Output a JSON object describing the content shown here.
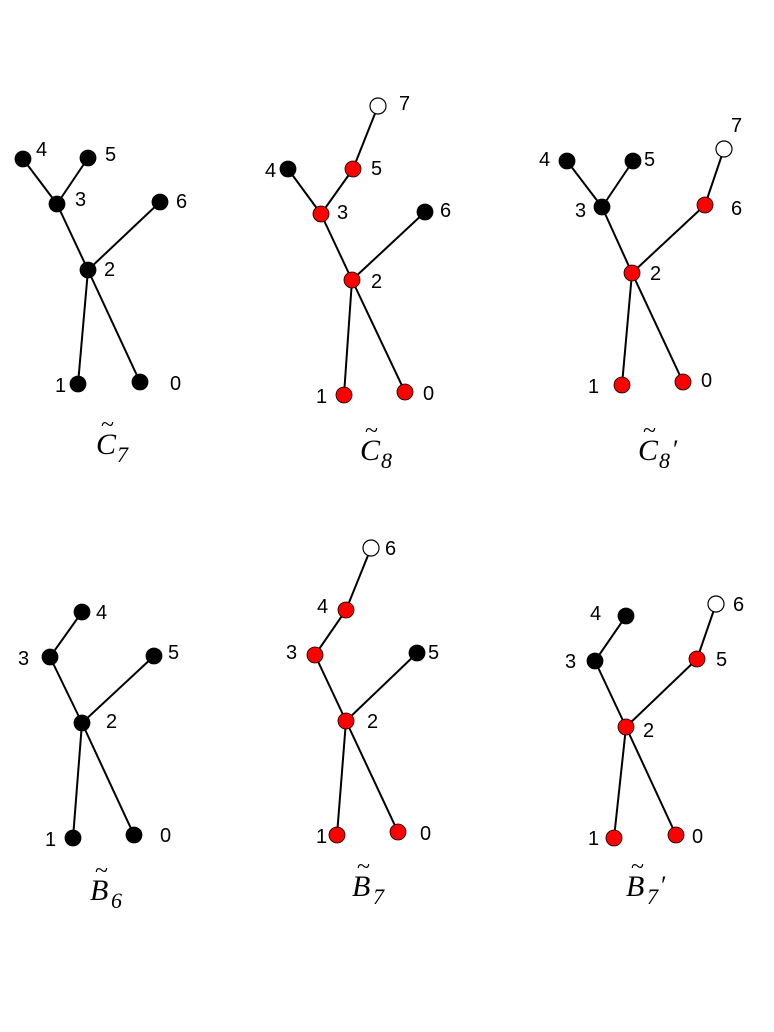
{
  "colors": {
    "black": "#000000",
    "red": "#ff0000",
    "open": "#ffffff"
  },
  "diagrams": [
    {
      "name": "C",
      "sub": "7",
      "prime": "",
      "nodes": [
        {
          "label": "0",
          "color": "black"
        },
        {
          "label": "1",
          "color": "black"
        },
        {
          "label": "2",
          "color": "black"
        },
        {
          "label": "3",
          "color": "black"
        },
        {
          "label": "4",
          "color": "black"
        },
        {
          "label": "5",
          "color": "black"
        },
        {
          "label": "6",
          "color": "black"
        }
      ],
      "edges": [
        [
          "2",
          "0"
        ],
        [
          "2",
          "1"
        ],
        [
          "2",
          "3"
        ],
        [
          "2",
          "6"
        ],
        [
          "3",
          "4"
        ],
        [
          "3",
          "5"
        ]
      ]
    },
    {
      "name": "C",
      "sub": "8",
      "prime": "",
      "nodes": [
        {
          "label": "0",
          "color": "red"
        },
        {
          "label": "1",
          "color": "red"
        },
        {
          "label": "2",
          "color": "red"
        },
        {
          "label": "3",
          "color": "red"
        },
        {
          "label": "4",
          "color": "black"
        },
        {
          "label": "5",
          "color": "red"
        },
        {
          "label": "6",
          "color": "black"
        },
        {
          "label": "7",
          "color": "open"
        }
      ],
      "edges": [
        [
          "2",
          "0"
        ],
        [
          "2",
          "1"
        ],
        [
          "2",
          "3"
        ],
        [
          "2",
          "6"
        ],
        [
          "3",
          "4"
        ],
        [
          "3",
          "5"
        ],
        [
          "5",
          "7"
        ]
      ]
    },
    {
      "name": "C",
      "sub": "8",
      "prime": "′",
      "nodes": [
        {
          "label": "0",
          "color": "red"
        },
        {
          "label": "1",
          "color": "red"
        },
        {
          "label": "2",
          "color": "red"
        },
        {
          "label": "3",
          "color": "black"
        },
        {
          "label": "4",
          "color": "black"
        },
        {
          "label": "5",
          "color": "black"
        },
        {
          "label": "6",
          "color": "red"
        },
        {
          "label": "7",
          "color": "open"
        }
      ],
      "edges": [
        [
          "2",
          "0"
        ],
        [
          "2",
          "1"
        ],
        [
          "2",
          "3"
        ],
        [
          "2",
          "6"
        ],
        [
          "3",
          "4"
        ],
        [
          "3",
          "5"
        ],
        [
          "6",
          "7"
        ]
      ]
    },
    {
      "name": "B",
      "sub": "6",
      "prime": "",
      "nodes": [
        {
          "label": "0",
          "color": "black"
        },
        {
          "label": "1",
          "color": "black"
        },
        {
          "label": "2",
          "color": "black"
        },
        {
          "label": "3",
          "color": "black"
        },
        {
          "label": "4",
          "color": "black"
        },
        {
          "label": "5",
          "color": "black"
        }
      ],
      "edges": [
        [
          "2",
          "0"
        ],
        [
          "2",
          "1"
        ],
        [
          "2",
          "3"
        ],
        [
          "2",
          "5"
        ],
        [
          "3",
          "4"
        ]
      ]
    },
    {
      "name": "B",
      "sub": "7",
      "prime": "",
      "nodes": [
        {
          "label": "0",
          "color": "red"
        },
        {
          "label": "1",
          "color": "red"
        },
        {
          "label": "2",
          "color": "red"
        },
        {
          "label": "3",
          "color": "red"
        },
        {
          "label": "4",
          "color": "red"
        },
        {
          "label": "5",
          "color": "black"
        },
        {
          "label": "6",
          "color": "open"
        }
      ],
      "edges": [
        [
          "2",
          "0"
        ],
        [
          "2",
          "1"
        ],
        [
          "2",
          "3"
        ],
        [
          "2",
          "5"
        ],
        [
          "3",
          "4"
        ],
        [
          "4",
          "6"
        ]
      ]
    },
    {
      "name": "B",
      "sub": "7",
      "prime": "′",
      "nodes": [
        {
          "label": "0",
          "color": "red"
        },
        {
          "label": "1",
          "color": "red"
        },
        {
          "label": "2",
          "color": "red"
        },
        {
          "label": "3",
          "color": "black"
        },
        {
          "label": "4",
          "color": "black"
        },
        {
          "label": "5",
          "color": "red"
        },
        {
          "label": "6",
          "color": "open"
        }
      ],
      "edges": [
        [
          "2",
          "0"
        ],
        [
          "2",
          "1"
        ],
        [
          "2",
          "3"
        ],
        [
          "2",
          "5"
        ],
        [
          "3",
          "4"
        ],
        [
          "5",
          "6"
        ]
      ]
    }
  ]
}
